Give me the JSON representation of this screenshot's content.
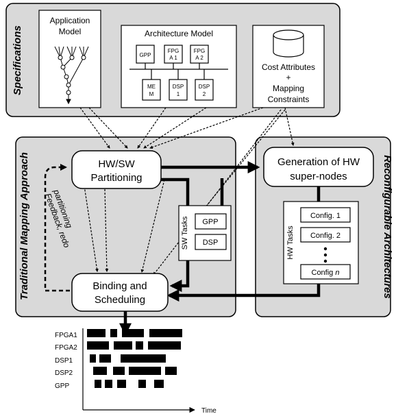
{
  "panels": {
    "specifications": "Specifications",
    "traditional": "Traditional Mapping Approach",
    "reconfigurable": "Reconfigurable Architectures"
  },
  "spec": {
    "app_model": [
      "Application",
      "Model"
    ],
    "arch_model": "Architecture Model",
    "arch_blocks": {
      "gpp": "GPP",
      "fpga1": [
        "FPG",
        "A 1"
      ],
      "fpga2": [
        "FPG",
        "A 2"
      ],
      "mem": [
        "ME",
        "M"
      ],
      "dsp1": [
        "DSP",
        "1"
      ],
      "dsp2": [
        "DSP",
        "2"
      ]
    },
    "cost": [
      "Cost Attributes",
      "+",
      "Mapping",
      "Constraints"
    ]
  },
  "nodes": {
    "partitioning": [
      "HW/SW",
      "Partitioning"
    ],
    "binding": [
      "Binding and",
      "Scheduling"
    ],
    "generation": [
      "Generation of HW",
      "super-nodes"
    ],
    "feedback": [
      "Feedback, redo",
      "partitioning"
    ]
  },
  "sw_tasks": {
    "label": "SW Tasks",
    "items": [
      "GPP",
      "DSP"
    ]
  },
  "hw_tasks": {
    "label": "HW Tasks",
    "items": [
      "Config. 1",
      "Config. 2"
    ],
    "last_prefix": "Config ",
    "last_suffix": "n"
  },
  "gantt": {
    "rows": [
      "FPGA1",
      "FPGA2",
      "DSP1",
      "DSP2",
      "GPP"
    ],
    "time_label": "Time"
  }
}
